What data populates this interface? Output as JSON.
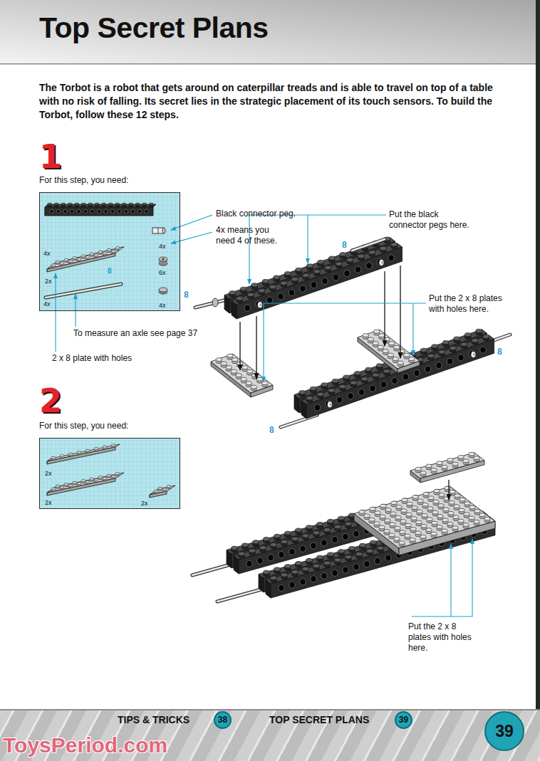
{
  "diagram": {
    "title": "Top Secret Plans",
    "nodes": [
      {
        "text": [
          "4x",
          "4x",
          "2x",
          "8",
          "6x",
          "4x",
          "4x"
        ]
      },
      {
        "text": [
          "2x",
          "2x",
          "2x"
        ]
      },
      {
        "text": [
          "TIPS & TRICKS",
          "TOP SECRET PLANS"
        ]
      },
      {
        "text": [
          "38"
        ],
        "in": 2
      },
      {
        "text": [
          "39"
        ],
        "in": 2
      },
      {
        "text": [
          "39"
        ],
        "in": 2
      }
    ],
    "labels": [
      "The Torbot is a robot that gets around on caterpillar treads and is able to travel on top of a table with no risk of falling. Its secret lies in the strategic placement of its touch sensors. To build the Torbot, follow these 12 steps.",
      "1",
      "For this step, you need:",
      "Black connector peg.",
      "4x means you need 4 of these.",
      "Put the black connector pegs here.",
      "8",
      "8",
      "Put the 2 x 8 plates with holes here.",
      "8",
      "To measure an axle see page 37",
      "2 x 8 plate with holes",
      "8",
      "2",
      "For this step, you need:",
      "Put the 2 x 8 plates with holes here.",
      "ToysPeriod.com"
    ]
  }
}
